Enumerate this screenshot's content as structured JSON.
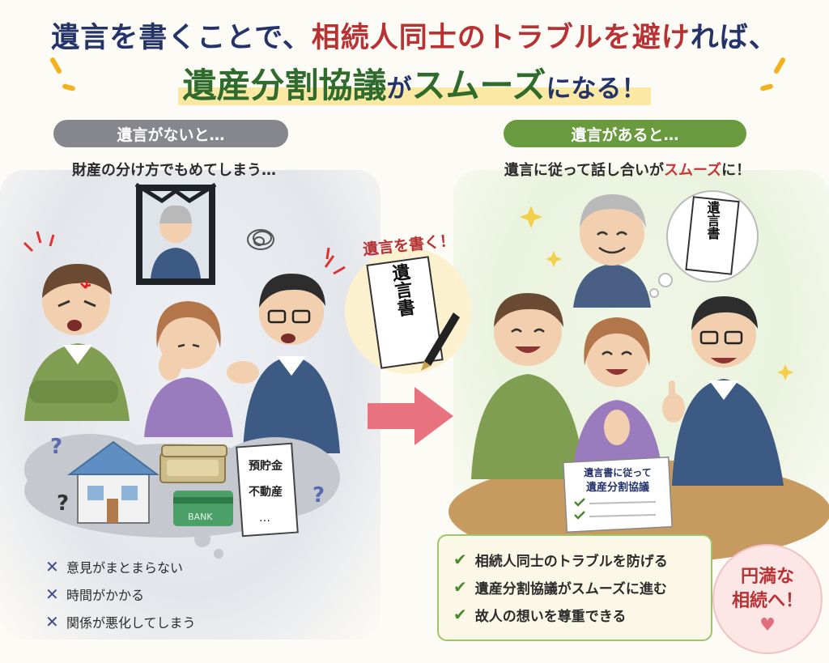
{
  "title": {
    "line1_a": "遺言を書くことで、",
    "line1_b": "相続人同士のトラブルを避け",
    "line1_c": "れば、",
    "line2_a": "遺産分割協議",
    "line2_b": "が",
    "line2_c": "スムーズ",
    "line2_d": "になる！"
  },
  "left": {
    "heading": "遺言がないと…",
    "subheading": "財産の分け方でもめてしまう…",
    "cloud_doc_lines": [
      "預貯金",
      "不動産",
      "…"
    ],
    "bank_card_text": "BANK",
    "issues": [
      "意見がまとまらない",
      "時間がかかる",
      "関係が悪化してしまう"
    ]
  },
  "middle": {
    "label": "遺言を書く！",
    "doc_text": "遺言書"
  },
  "right": {
    "heading": "遺言があると…",
    "subheading_a": "遺言に従って話し合いが",
    "subheading_b": "スムーズ",
    "subheading_c": "に！",
    "thought_doc_text": "遺言書",
    "table_doc_line1": "遺言書に従って",
    "table_doc_line2": "遺産分割協議",
    "benefits": [
      "相続人同士のトラブルを防げる",
      "遺産分割協議がスムーズに進む",
      "故人の想いを尊重できる"
    ],
    "badge_line1": "円満な",
    "badge_line2": "相続へ！"
  },
  "colors": {
    "navy": "#24346a",
    "red": "#b83234",
    "green": "#2e6b2c",
    "gray_pill": "#86878c",
    "green_pill": "#6a9a3e",
    "arrow": "#e8737f"
  }
}
